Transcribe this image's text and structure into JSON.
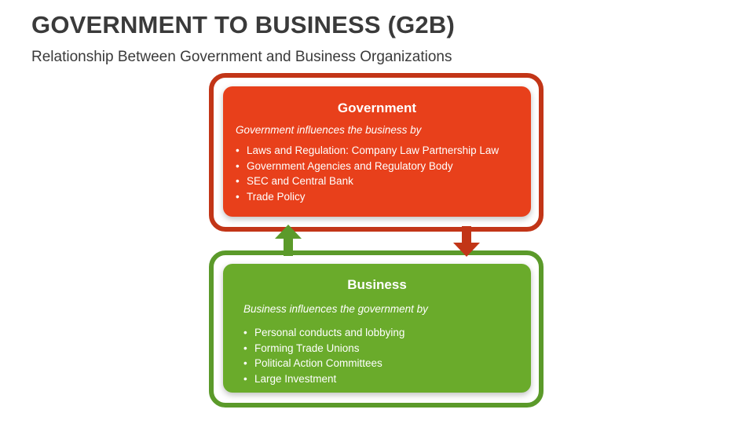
{
  "header": {
    "title": "GOVERNMENT TO BUSINESS (G2B)",
    "subtitle": "Relationship Between Government and Business Organizations"
  },
  "colors": {
    "government_fill": "#e8401b",
    "government_border": "#c23517",
    "business_fill": "#6aab2b",
    "business_border": "#5b9a2a",
    "text": "#3a3a3a"
  },
  "government": {
    "title": "Government",
    "intro": "Government influences the business by",
    "items": [
      "Laws and Regulation: Company Law Partnership Law",
      "Government Agencies and Regulatory Body",
      "SEC and Central Bank",
      "Trade Policy"
    ]
  },
  "business": {
    "title": "Business",
    "intro": "Business influences the government by",
    "items": [
      "Personal conducts and lobbying",
      "Forming Trade Unions",
      "Political Action Committees",
      "Large Investment"
    ]
  },
  "bullet": "•"
}
